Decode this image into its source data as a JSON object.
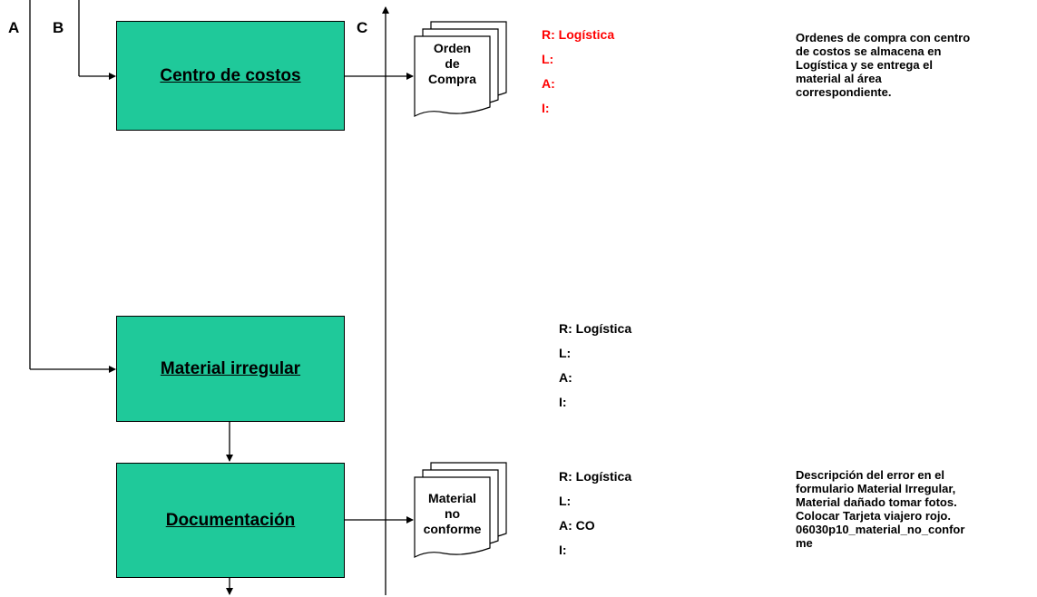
{
  "lanes": {
    "a": "A",
    "b": "B",
    "c": "C"
  },
  "boxes": {
    "centro": "Centro de costos",
    "material": "Material irregular",
    "documentacion": "Documentación"
  },
  "documents": {
    "orden": [
      "Orden",
      "de",
      "Compra"
    ],
    "material_nc": [
      "Material",
      "no",
      "conforme"
    ]
  },
  "raci": [
    {
      "r": "R: Logística",
      "l": "L:",
      "a": "A:",
      "i": "I:"
    },
    {
      "r": "R: Logística",
      "l": "L:",
      "a": "A:",
      "i": "I:"
    },
    {
      "r": "R: Logística",
      "l": "L:",
      "a": "A: CO",
      "i": "I:"
    }
  ],
  "notes": {
    "orden": [
      "Ordenes de compra con centro",
      "de costos se almacena en",
      "Logística y se entrega el",
      "material al área",
      "correspondiente."
    ],
    "documentacion": [
      "Descripción del error en el",
      "formulario Material Irregular,",
      "Material dañado tomar fotos.",
      "Colocar Tarjeta viajero rojo.",
      "06030p10_material_no_confor",
      "me"
    ]
  },
  "colors": {
    "box_fill": "#1fc99a",
    "highlight_text": "#ff0000",
    "line": "#000000"
  }
}
